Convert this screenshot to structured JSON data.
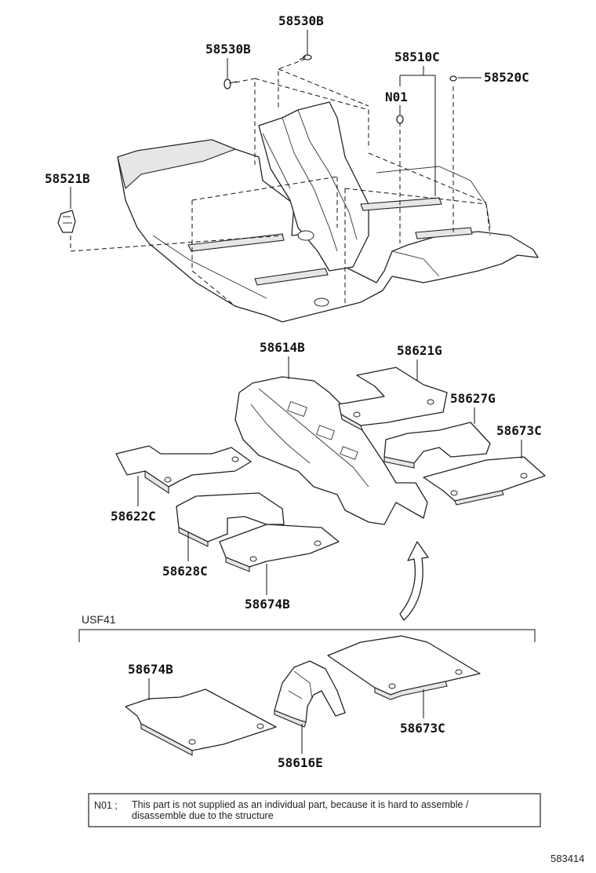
{
  "labels": {
    "p58530B_top": "58530B",
    "p58530B_left": "58530B",
    "p58510C": "58510C",
    "pN01": "N01",
    "p58520C": "58520C",
    "p58521B": "58521B",
    "p58614B": "58614B",
    "p58621G": "58621G",
    "p58627G": "58627G",
    "p58673C": "58673C",
    "p58622C": "58622C",
    "p58628C": "58628C",
    "p58674B": "58674B",
    "p58674B_lower": "58674B",
    "p58673C_lower": "58673C",
    "p58616E": "58616E"
  },
  "variant_label": "USF41",
  "note": {
    "code": "N01 ;",
    "line1": "This part is not supplied as an individual part, because it is hard to assemble /",
    "line2": "disassemble due to the structure"
  },
  "illustration_number": "583414"
}
